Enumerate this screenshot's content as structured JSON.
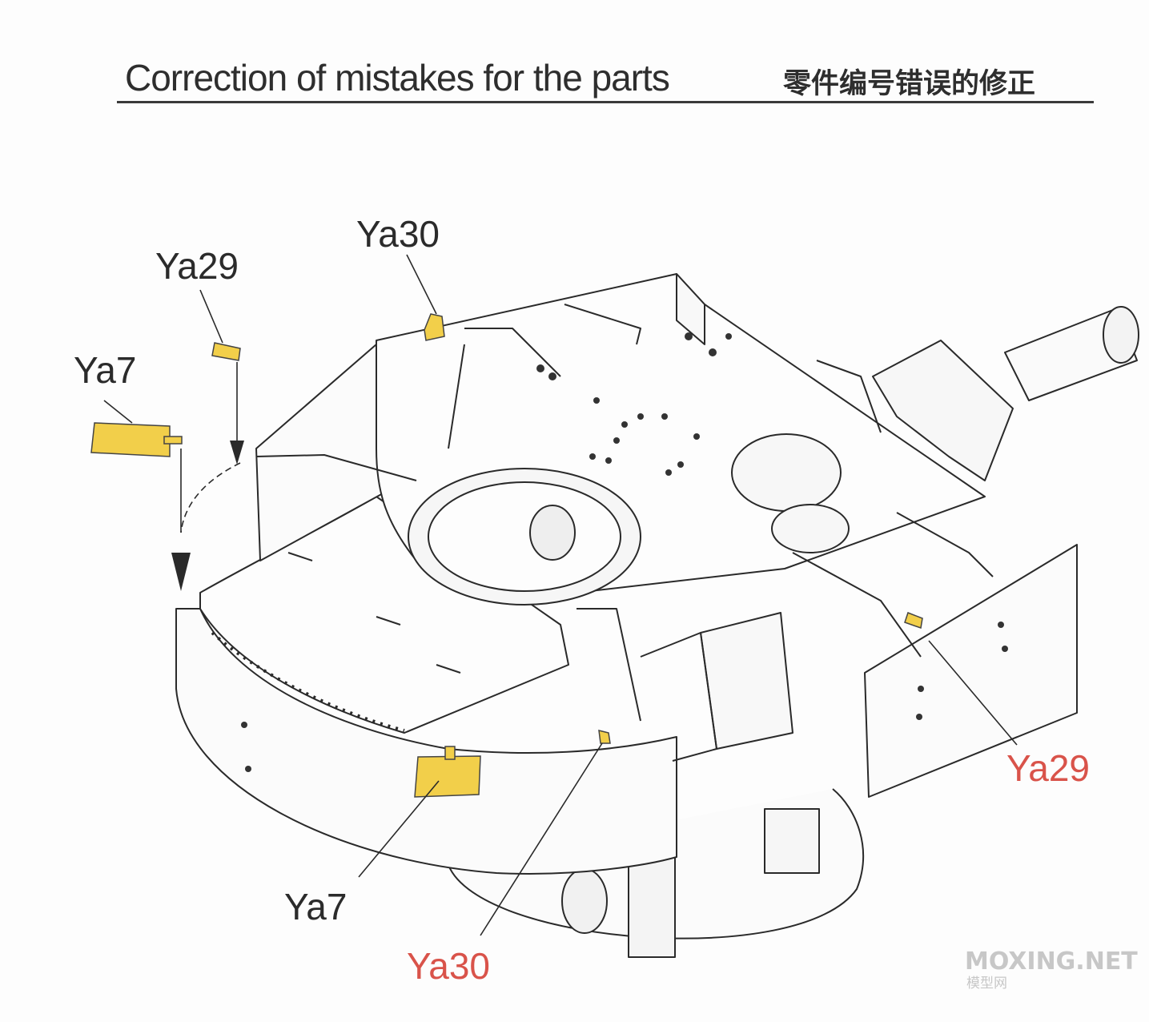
{
  "title": {
    "english": "Correction of mistakes for the parts",
    "chinese": "零件编号错误的修正"
  },
  "callouts": [
    {
      "id": "ya7_before",
      "label": "Ya7",
      "status": "before"
    },
    {
      "id": "ya29_before",
      "label": "Ya29",
      "status": "before"
    },
    {
      "id": "ya30_before",
      "label": "Ya30",
      "status": "before"
    },
    {
      "id": "ya29_after",
      "label": "Ya29",
      "status": "corrected"
    },
    {
      "id": "ya7_after",
      "label": "Ya7",
      "status": "before"
    },
    {
      "id": "ya30_after",
      "label": "Ya30",
      "status": "corrected"
    }
  ],
  "watermark": {
    "main": "MOXING.NET",
    "sub": "模型网"
  },
  "colors": {
    "label_default": "#2b2b2b",
    "label_corrected": "#d9534a",
    "part_highlight": "#f2cf4a",
    "line_art": "#2a2a2a",
    "watermark": "#c7c7c7"
  }
}
